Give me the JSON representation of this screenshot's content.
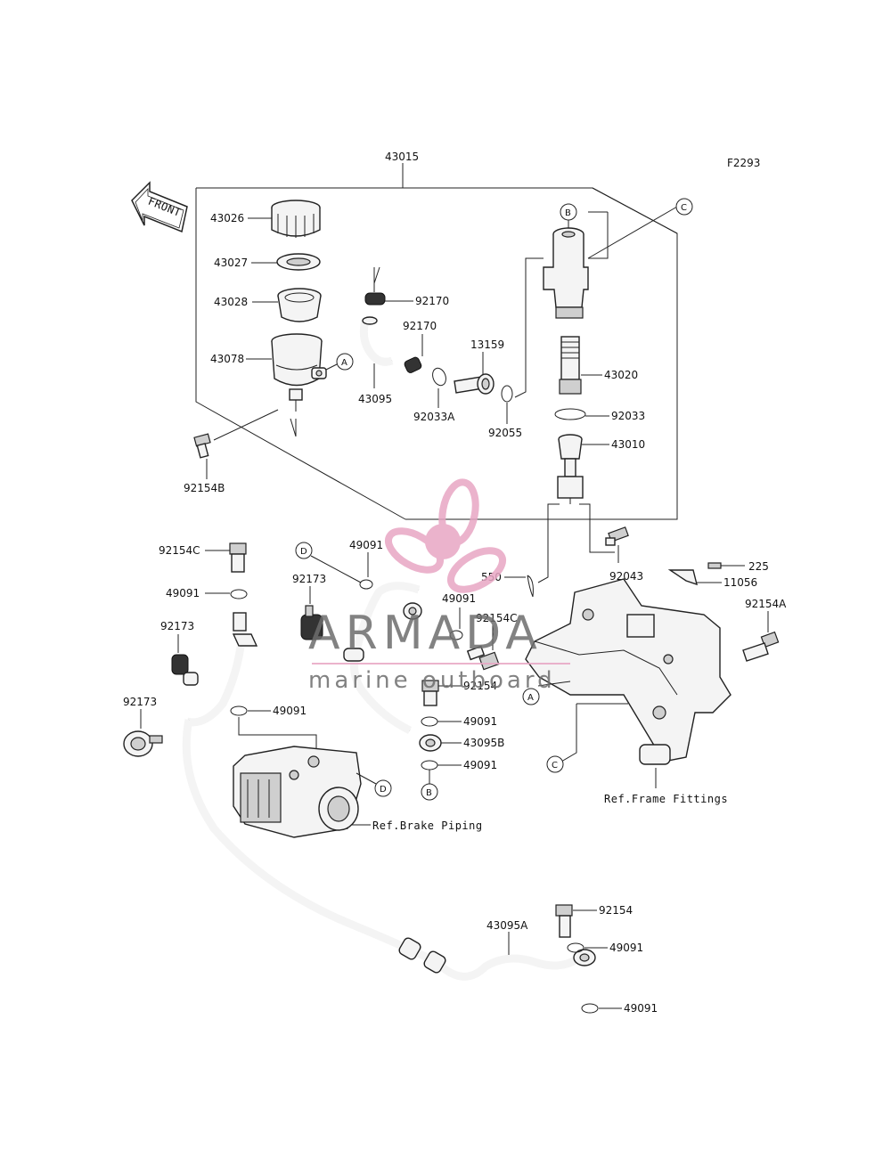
{
  "figure_code": "F2293",
  "front_arrow_label": "FRONT",
  "watermark": {
    "brand": "ARMADA",
    "tagline": "marine outboard",
    "accent_color": "#e8a6c4",
    "text_color": "#6d6d6d"
  },
  "labels": {
    "l43015": "43015",
    "l43026": "43026",
    "l43027": "43027",
    "l43028": "43028",
    "l43078": "43078",
    "l92154B": "92154B",
    "l92170a": "92170",
    "l92170b": "92170",
    "l43095": "43095",
    "l92033A": "92033A",
    "l13159": "13159",
    "l92055": "92055",
    "l43020": "43020",
    "l92033": "92033",
    "l43010": "43010",
    "l92043": "92043",
    "l550": "550",
    "l225": "225",
    "l11056": "11056",
    "l92154A": "92154A",
    "l92154C_left": "92154C",
    "l49091_1": "49091",
    "l92173_1": "92173",
    "l92173_2": "92173",
    "l92173_3": "92173",
    "l49091_2": "49091",
    "l49091_3": "49091",
    "l49091_4": "49091",
    "l92154C_mid": "92154C",
    "l92154_mid": "92154",
    "l49091_5": "49091",
    "l43095B": "43095B",
    "l49091_6": "49091",
    "l43095A": "43095A",
    "l92154_low": "92154",
    "l49091_7": "49091",
    "l49091_8": "49091",
    "ref_frame": "Ref.Frame Fittings",
    "ref_brake": "Ref.Brake Piping"
  },
  "callouts": {
    "A": "A",
    "B": "B",
    "C": "C",
    "D": "D"
  }
}
